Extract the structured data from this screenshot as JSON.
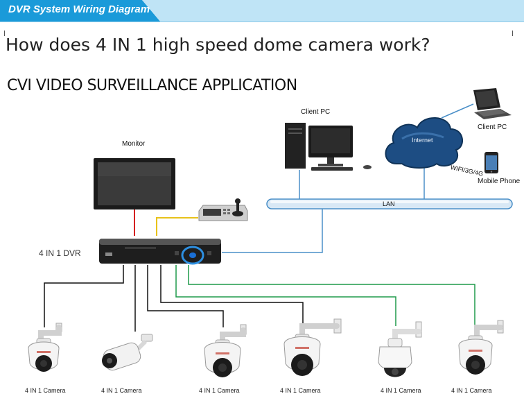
{
  "banner": {
    "title": "DVR System Wiring Diagram",
    "color": "#1a9ad9"
  },
  "headline": "How does 4 IN 1 high speed dome camera work?",
  "subhead": "CVI VIDEO SURVEILLANCE APPLICATION",
  "devices": {
    "monitor": "Monitor",
    "client_pc_desktop": "Client PC",
    "client_pc_laptop": "Client PC",
    "internet": "Internet",
    "wireless": "WIFI/3G/4G",
    "mobile": "Mobile Phone",
    "lan": "LAN",
    "dvr": "4 IN 1 DVR"
  },
  "cameras": [
    {
      "label": "4 IN 1 Camera",
      "icon": "speed-dome-camera-icon"
    },
    {
      "label": "4 IN 1 Camera",
      "icon": "bullet-camera-icon"
    },
    {
      "label": "4 IN 1 Camera",
      "icon": "speed-dome-camera-icon"
    },
    {
      "label": "4 IN 1 Camera",
      "icon": "speed-dome-camera-icon"
    },
    {
      "label": "4 IN 1 Camera",
      "icon": "white-speed-dome-camera-icon"
    },
    {
      "label": "4 IN 1 Camera",
      "icon": "speed-dome-camera-icon"
    }
  ],
  "colors": {
    "lan_line": "#4a8fc8",
    "monitor_cable": "#d42020",
    "keyboard_cable": "#e8c21a",
    "camera_cable_black": "#111111",
    "camera_cable_green": "#1e9a4a"
  }
}
